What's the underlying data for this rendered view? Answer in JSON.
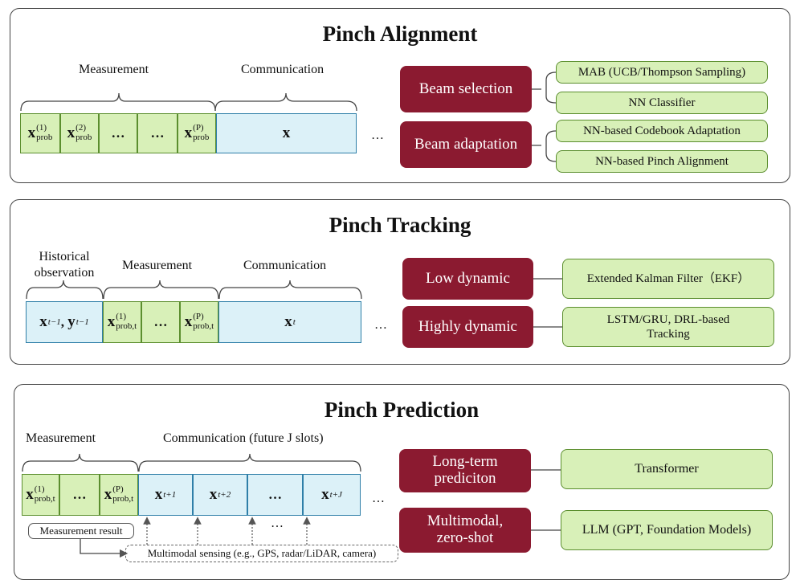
{
  "alignment": {
    "title": "Pinch Alignment",
    "measurement_label": "Measurement",
    "communication_label": "Communication",
    "cells": {
      "c1_sup": "(1)",
      "c1_sub": "prob",
      "c2_sup": "(2)",
      "c2_sub": "prob",
      "c3": "…",
      "c4": "…",
      "c5_sup": "(P)",
      "c5_sub": "prob",
      "comm": "x",
      "bold_x": "x"
    },
    "trailing_dots": "…",
    "methods": [
      {
        "label": "Beam selection",
        "options": [
          "MAB (UCB/Thompson Sampling)",
          "NN Classifier"
        ]
      },
      {
        "label": "Beam adaptation",
        "options": [
          "NN-based Codebook Adaptation",
          "NN-based Pinch Alignment"
        ]
      }
    ]
  },
  "tracking": {
    "title": "Pinch Tracking",
    "historical_label": "Historical observation",
    "measurement_label": "Measurement",
    "communication_label": "Communication",
    "cells": {
      "hist": "x",
      "hist_sub1": "t−1",
      "hist_y": "y",
      "hist_sub2": "t−1",
      "m1_sup": "(1)",
      "m1_sub": "prob,t",
      "m2": "…",
      "m3_sup": "(P)",
      "m3_sub": "prob,t",
      "comm": "x",
      "comm_sub": "t"
    },
    "trailing_dots": "…",
    "methods": [
      {
        "label": "Low dynamic",
        "options": [
          "Extended Kalman Filter（EKF）"
        ]
      },
      {
        "label": "Highly dynamic",
        "options": [
          "LSTM/GRU, DRL-based Tracking"
        ]
      }
    ]
  },
  "prediction": {
    "title": "Pinch Prediction",
    "measurement_label": "Measurement",
    "communication_label": "Communication (future J slots)",
    "cells": {
      "m1_sup": "(1)",
      "m1_sub": "prob,t",
      "m2": "…",
      "m3_sup": "(P)",
      "m3_sub": "prob,t",
      "f1_sub": "t+1",
      "f2_sub": "t+2",
      "f3": "…",
      "f4_sub": "t+J"
    },
    "mid_dots": "…",
    "trailing_dots": "…",
    "measurement_result": "Measurement result",
    "multimodal_sensing": "Multimodal sensing (e.g., GPS, radar/LiDAR, camera)",
    "methods": [
      {
        "label": "Long-term prediciton",
        "options": [
          "Transformer"
        ]
      },
      {
        "label": "Multimodal, zero-shot",
        "options": [
          "LLM (GPT, Foundation Models)"
        ]
      }
    ]
  },
  "colors": {
    "maroon": "#8b1a30",
    "green_fill": "#d8f0b8",
    "green_border": "#5b8e2e",
    "blue_fill": "#dcf1f8",
    "blue_border": "#2f7fa8"
  }
}
